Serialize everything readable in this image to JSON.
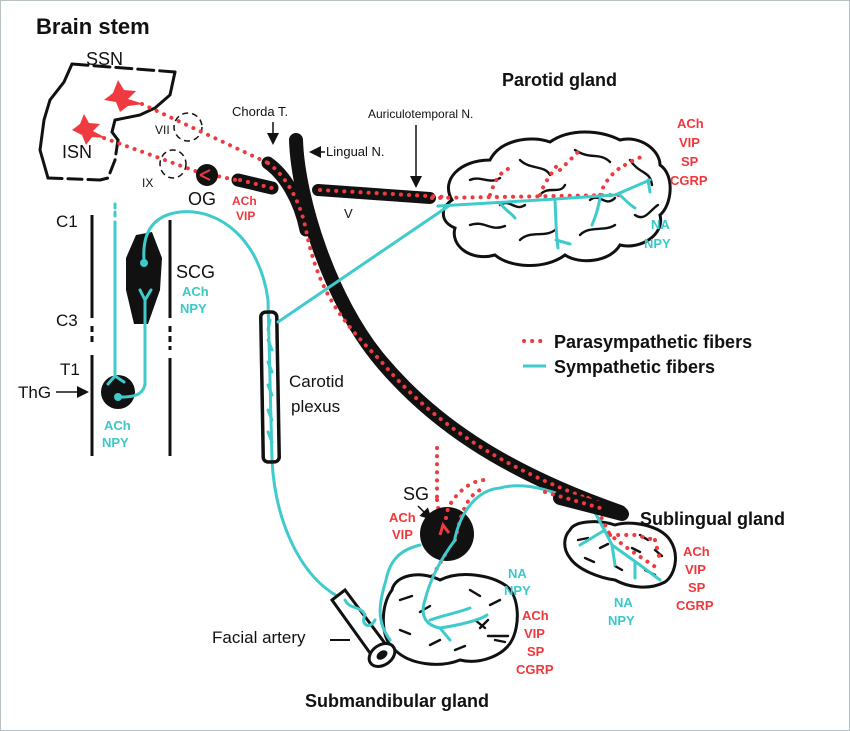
{
  "title": "Brain stem",
  "brainstem": {
    "nuclei": [
      "SSN",
      "ISN"
    ],
    "cranial_nerves": [
      "VII",
      "IX"
    ]
  },
  "ganglia": {
    "og": {
      "name": "OG",
      "transmitters": [
        "ACh",
        "VIP"
      ]
    },
    "scg": {
      "name": "SCG",
      "transmitters": [
        "ACh",
        "NPY"
      ]
    },
    "thg": {
      "name": "ThG",
      "transmitters": [
        "ACh",
        "NPY"
      ]
    },
    "sg": {
      "name": "SG",
      "transmitters": [
        "ACh",
        "VIP"
      ]
    }
  },
  "spinal_levels": [
    "C1",
    "C3",
    "T1"
  ],
  "nerves": {
    "chorda": "Chorda T.",
    "lingual": "Lingual N.",
    "auriculotemporal": "Auriculotemporal N.",
    "trigeminal": "V",
    "carotid": [
      "Carotid",
      "plexus"
    ],
    "facial_artery": "Facial artery"
  },
  "glands": {
    "parotid": {
      "name": "Parotid gland",
      "parasympathetic": [
        "ACh",
        "VIP",
        "SP",
        "CGRP"
      ],
      "sympathetic": [
        "NA",
        "NPY"
      ]
    },
    "sublingual": {
      "name": "Sublingual gland",
      "parasympathetic": [
        "ACh",
        "VIP",
        "SP",
        "CGRP"
      ],
      "sympathetic": [
        "NA",
        "NPY"
      ]
    },
    "submandibular": {
      "name": "Submandibular gland",
      "parasympathetic": [
        "ACh",
        "VIP",
        "SP",
        "CGRP"
      ],
      "sympathetic": [
        "NA",
        "NPY"
      ]
    }
  },
  "legend": {
    "parasympathetic": {
      "label": "Parasympathetic fibers",
      "color": "#ef3b3f",
      "style": "dotted"
    },
    "sympathetic": {
      "label": "Sympathetic fibers",
      "color": "#3fcacb",
      "style": "solid"
    }
  },
  "colors": {
    "parasympathetic": "#ef3b3f",
    "sympathetic": "#3fcacb",
    "structure": "#111111"
  }
}
